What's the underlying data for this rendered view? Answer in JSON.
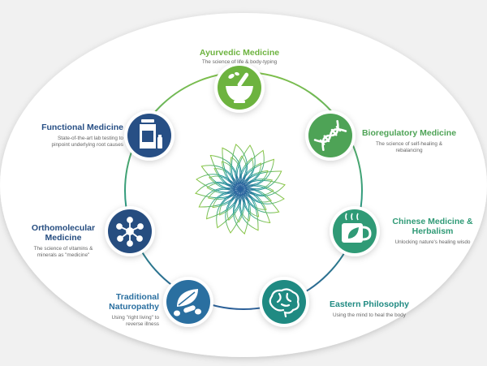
{
  "colors": {
    "background": "#f1f1f1",
    "ellipse": "#ffffff",
    "ring": "#7fbf6a",
    "green": "#6db33f",
    "teal": "#1f8a82",
    "navy": "#264d80",
    "blue": "#2f5f9a",
    "desc": "#666666"
  },
  "nodes": [
    {
      "id": "ayurvedic",
      "title": "Ayurvedic Medicine",
      "desc": "The science of life & body-typing",
      "color": "#6db33f",
      "icon": "mortar-pestle-icon"
    },
    {
      "id": "bioregulatory",
      "title": "Bioregulatory Medicine",
      "desc": "The science of self-healing & rebalancing",
      "color": "#4ea356",
      "icon": "dna-icon"
    },
    {
      "id": "chinese",
      "title": "Chinese Medicine & Herbalism",
      "desc": "Unlocking nature's healing wisdo",
      "color": "#2f9a76",
      "icon": "tea-leaf-mug-icon"
    },
    {
      "id": "eastern",
      "title": "Eastern Philosophy",
      "desc": "Using the mind to heal the body",
      "color": "#1f8a82",
      "icon": "brain-icon"
    },
    {
      "id": "naturopathy",
      "title": "Traditional Naturopathy",
      "desc": "Using \"right living\" to reverse illness",
      "color": "#2a6fa0",
      "icon": "leaf-pills-icon"
    },
    {
      "id": "orthomolecular",
      "title": "Orthomolecular Medicine",
      "desc": "The science of vitamins & minerals as \"medicine\"",
      "color": "#264d80",
      "icon": "molecule-icon"
    },
    {
      "id": "functional",
      "title": "Functional Medicine",
      "desc": "State-of-the-art lab testing to pinpoint underlying root causes",
      "color": "#274f85",
      "icon": "lab-bottle-icon"
    }
  ]
}
